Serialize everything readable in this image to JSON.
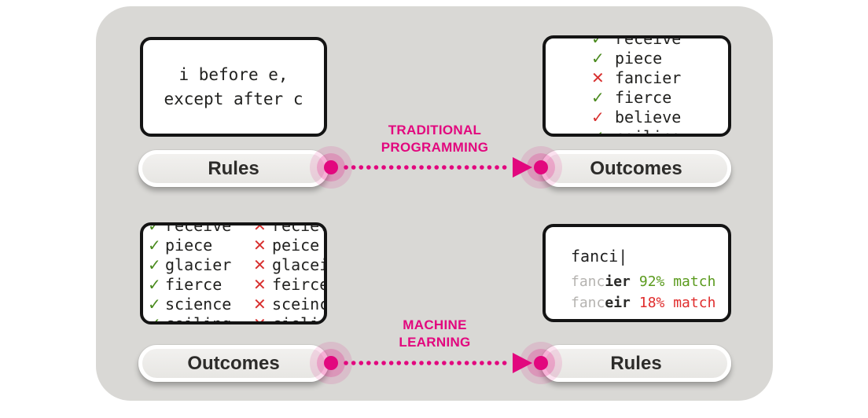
{
  "colors": {
    "canvas_bg": "#d9d8d5",
    "accent_magenta": "#e2077e",
    "check_green": "#4a8a1e",
    "cross_red": "#d8302f",
    "muted_prefix_gray": "#b5b3b0",
    "ink": "#1f1f1f"
  },
  "top_flow": {
    "label_line1": "TRADITIONAL",
    "label_line2": "PROGRAMMING",
    "rules_card": {
      "line1": "i before e,",
      "line2": "except after c"
    },
    "rules_pill": "Rules",
    "outcomes_pill": "Outcomes",
    "check_mark": "✓",
    "cross_mark": "✕",
    "outcomes_list": [
      {
        "mark": "✓",
        "word": "receive",
        "status": "green"
      },
      {
        "mark": "✓",
        "word": "piece",
        "status": "green"
      },
      {
        "mark": "✕",
        "word": "fancier",
        "status": "red"
      },
      {
        "mark": "✓",
        "word": "fierce",
        "status": "green"
      },
      {
        "mark": "✓",
        "word": "believe",
        "status": "red"
      },
      {
        "mark": "✓",
        "word": "ceiling",
        "status": "green"
      }
    ]
  },
  "bottom_flow": {
    "label_line1": "MACHINE",
    "label_line2": "LEARNING",
    "outcomes_pill": "Outcomes",
    "rules_pill": "Rules",
    "check_mark": "✓",
    "cross_mark": "✕",
    "outcomes_card": {
      "correct": [
        "receive",
        "piece",
        "glacier",
        "fierce",
        "science",
        "ceiling"
      ],
      "incorrect": [
        "recieve",
        "peice",
        "glaceir",
        "feirce",
        "sceince",
        "cieling"
      ]
    },
    "rules_card": {
      "query": "fanci",
      "cursor": "|",
      "suggestions": [
        {
          "prefix": "fanc",
          "suffix": "ier",
          "result": "92% match",
          "status": "green"
        },
        {
          "prefix": "fanc",
          "suffix": "eir",
          "result": "18% match",
          "status": "red"
        }
      ]
    }
  }
}
